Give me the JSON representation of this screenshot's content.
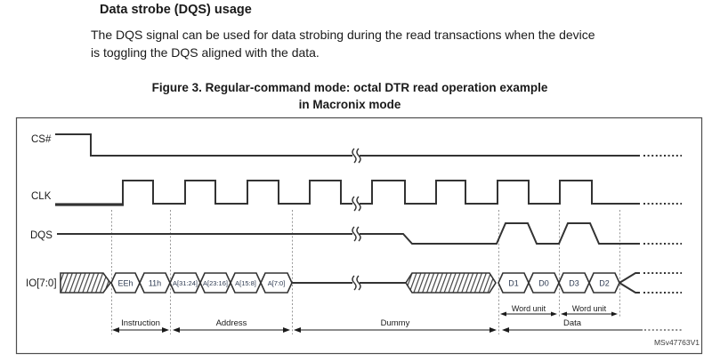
{
  "section": {
    "heading": "Data strobe (DQS) usage",
    "body_line1": "The DQS signal can be used for data strobing during the read transactions when the device",
    "body_line2": "is toggling the DQS aligned with the data."
  },
  "figure": {
    "caption_line1": "Figure 3. Regular-command mode: octal DTR read operation example",
    "caption_line2": "in Macronix mode",
    "watermark": "MSv47763V1"
  },
  "signals": {
    "cs": "CS#",
    "clk": "CLK",
    "dqs": "DQS",
    "io": "IO[7:0]"
  },
  "io_cells": {
    "instruction": [
      "EEh",
      "11h"
    ],
    "address": [
      "A[31:24]",
      "A[23:16]",
      "A[15:8]",
      "A[7:0]"
    ],
    "data": [
      "D1",
      "D0",
      "D3",
      "D2"
    ]
  },
  "regions": {
    "instruction": "Instruction",
    "address": "Address",
    "dummy": "Dummy",
    "data": "Data",
    "word_unit": "Word unit"
  },
  "colors": {
    "waveform": "#333333",
    "guide_line": "#969696",
    "cell_text": "#2e3b52",
    "frame_border": "#4d4d4d",
    "background": "#ffffff"
  }
}
